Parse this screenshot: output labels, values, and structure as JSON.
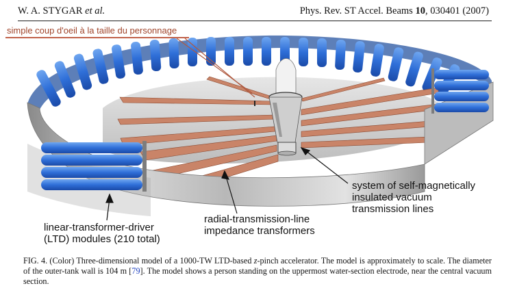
{
  "header": {
    "authors": "W. A. STYGAR",
    "etal": "et al.",
    "journal_prefix": "Phys. Rev. ST Accel. Beams",
    "volume": "10",
    "journal_suffix": ", 030401 (2007)"
  },
  "annotation": "simple coup d'oeil à la taille du personnage",
  "labels": {
    "system": [
      "system of self-magnetically",
      "insulated vacuum",
      "transmission lines"
    ],
    "radial": [
      "radial-transmission-line",
      "impedance transformers"
    ],
    "ltd": [
      "linear-transformer-driver",
      "(LTD) modules (210 total)"
    ]
  },
  "caption": {
    "part1": "FIG. 4. (Color) Three-dimensional model of a 1000-TW LTD-based ",
    "z": "z",
    "part2": "-pinch accelerator. The model is approximately to scale. The diameter of the outer-tank wall is 104 m [",
    "ref": "79",
    "part3": "]. The model shows a person standing on the uppermost water-section electrode, near the central vacuum section."
  },
  "colors": {
    "annotation": "#a0442a",
    "module_blue": "#2f6fd8",
    "electrode_copper": "#c98468",
    "tank_grey": "#9a9a9a",
    "ref_link": "#1a3dbf"
  }
}
